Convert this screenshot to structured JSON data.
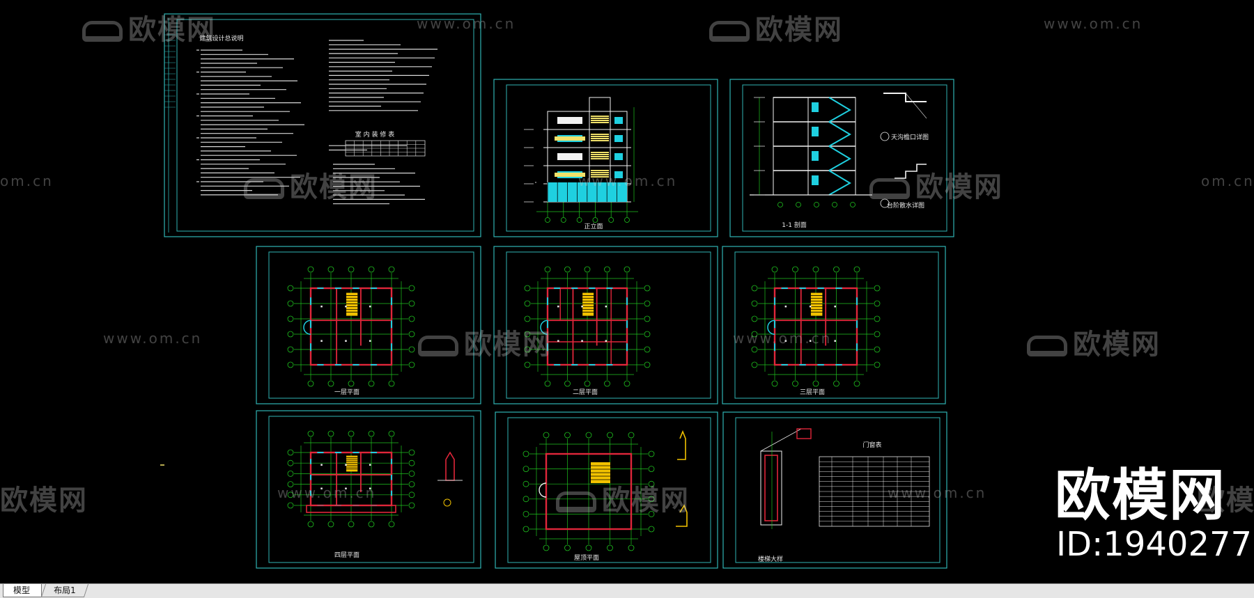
{
  "tabs": {
    "model": "模型",
    "layout": "布局1"
  },
  "watermark": {
    "logo_text": "欧模网",
    "url_text": "www.om.cn",
    "url_fragment": "om.cn",
    "logo_fragment": "欧模网"
  },
  "branding": {
    "big_logo": "欧模网",
    "id_text": "ID:1940277"
  },
  "colors": {
    "background": "#000000",
    "frame": "#2fb3b3",
    "wall": "#e0263a",
    "grid": "#1fc31f",
    "stair": "#f2c200",
    "window": "#1fd0e0",
    "text": "#e8e8e8",
    "tabbar": "#e6e6e6"
  },
  "sheets": {
    "notes": {
      "title": "建筑设计总说明",
      "table_title": "室 内 装 修 表"
    },
    "front_elevation": {
      "title": "正立面"
    },
    "section": {
      "title": "1-1 剖面",
      "detail1": "天沟檐口详图",
      "detail2": "台阶散水详图"
    },
    "plan_1": {
      "title": "一层平面"
    },
    "plan_2": {
      "title": "二层平面"
    },
    "plan_3": {
      "title": "三层平面"
    },
    "plan_4": {
      "title": "四层平面"
    },
    "roof_plan": {
      "title": "屋顶平面"
    },
    "stair_detail": {
      "title": "楼梯大样",
      "table_title": "门窗表"
    }
  }
}
